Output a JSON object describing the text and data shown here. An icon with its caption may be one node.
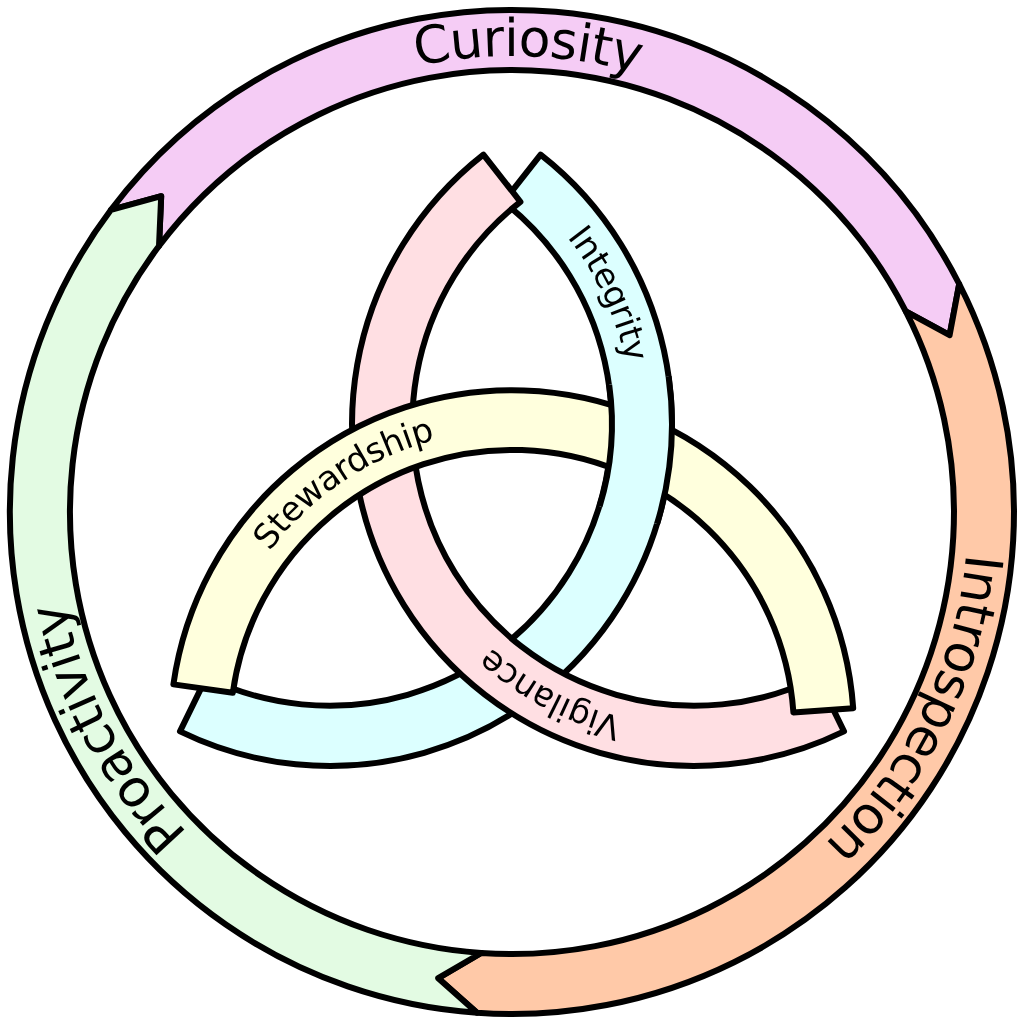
{
  "diagram": {
    "nodes": [
      {
        "text": [
          "Curiosity"
        ]
      },
      {
        "text": [
          "Introspection"
        ]
      },
      {
        "text": [
          "Proactivity"
        ]
      },
      {
        "text": [
          "Stewardship"
        ]
      },
      {
        "text": [
          "Integrity"
        ]
      },
      {
        "text": [
          "Vigilance"
        ]
      }
    ]
  }
}
